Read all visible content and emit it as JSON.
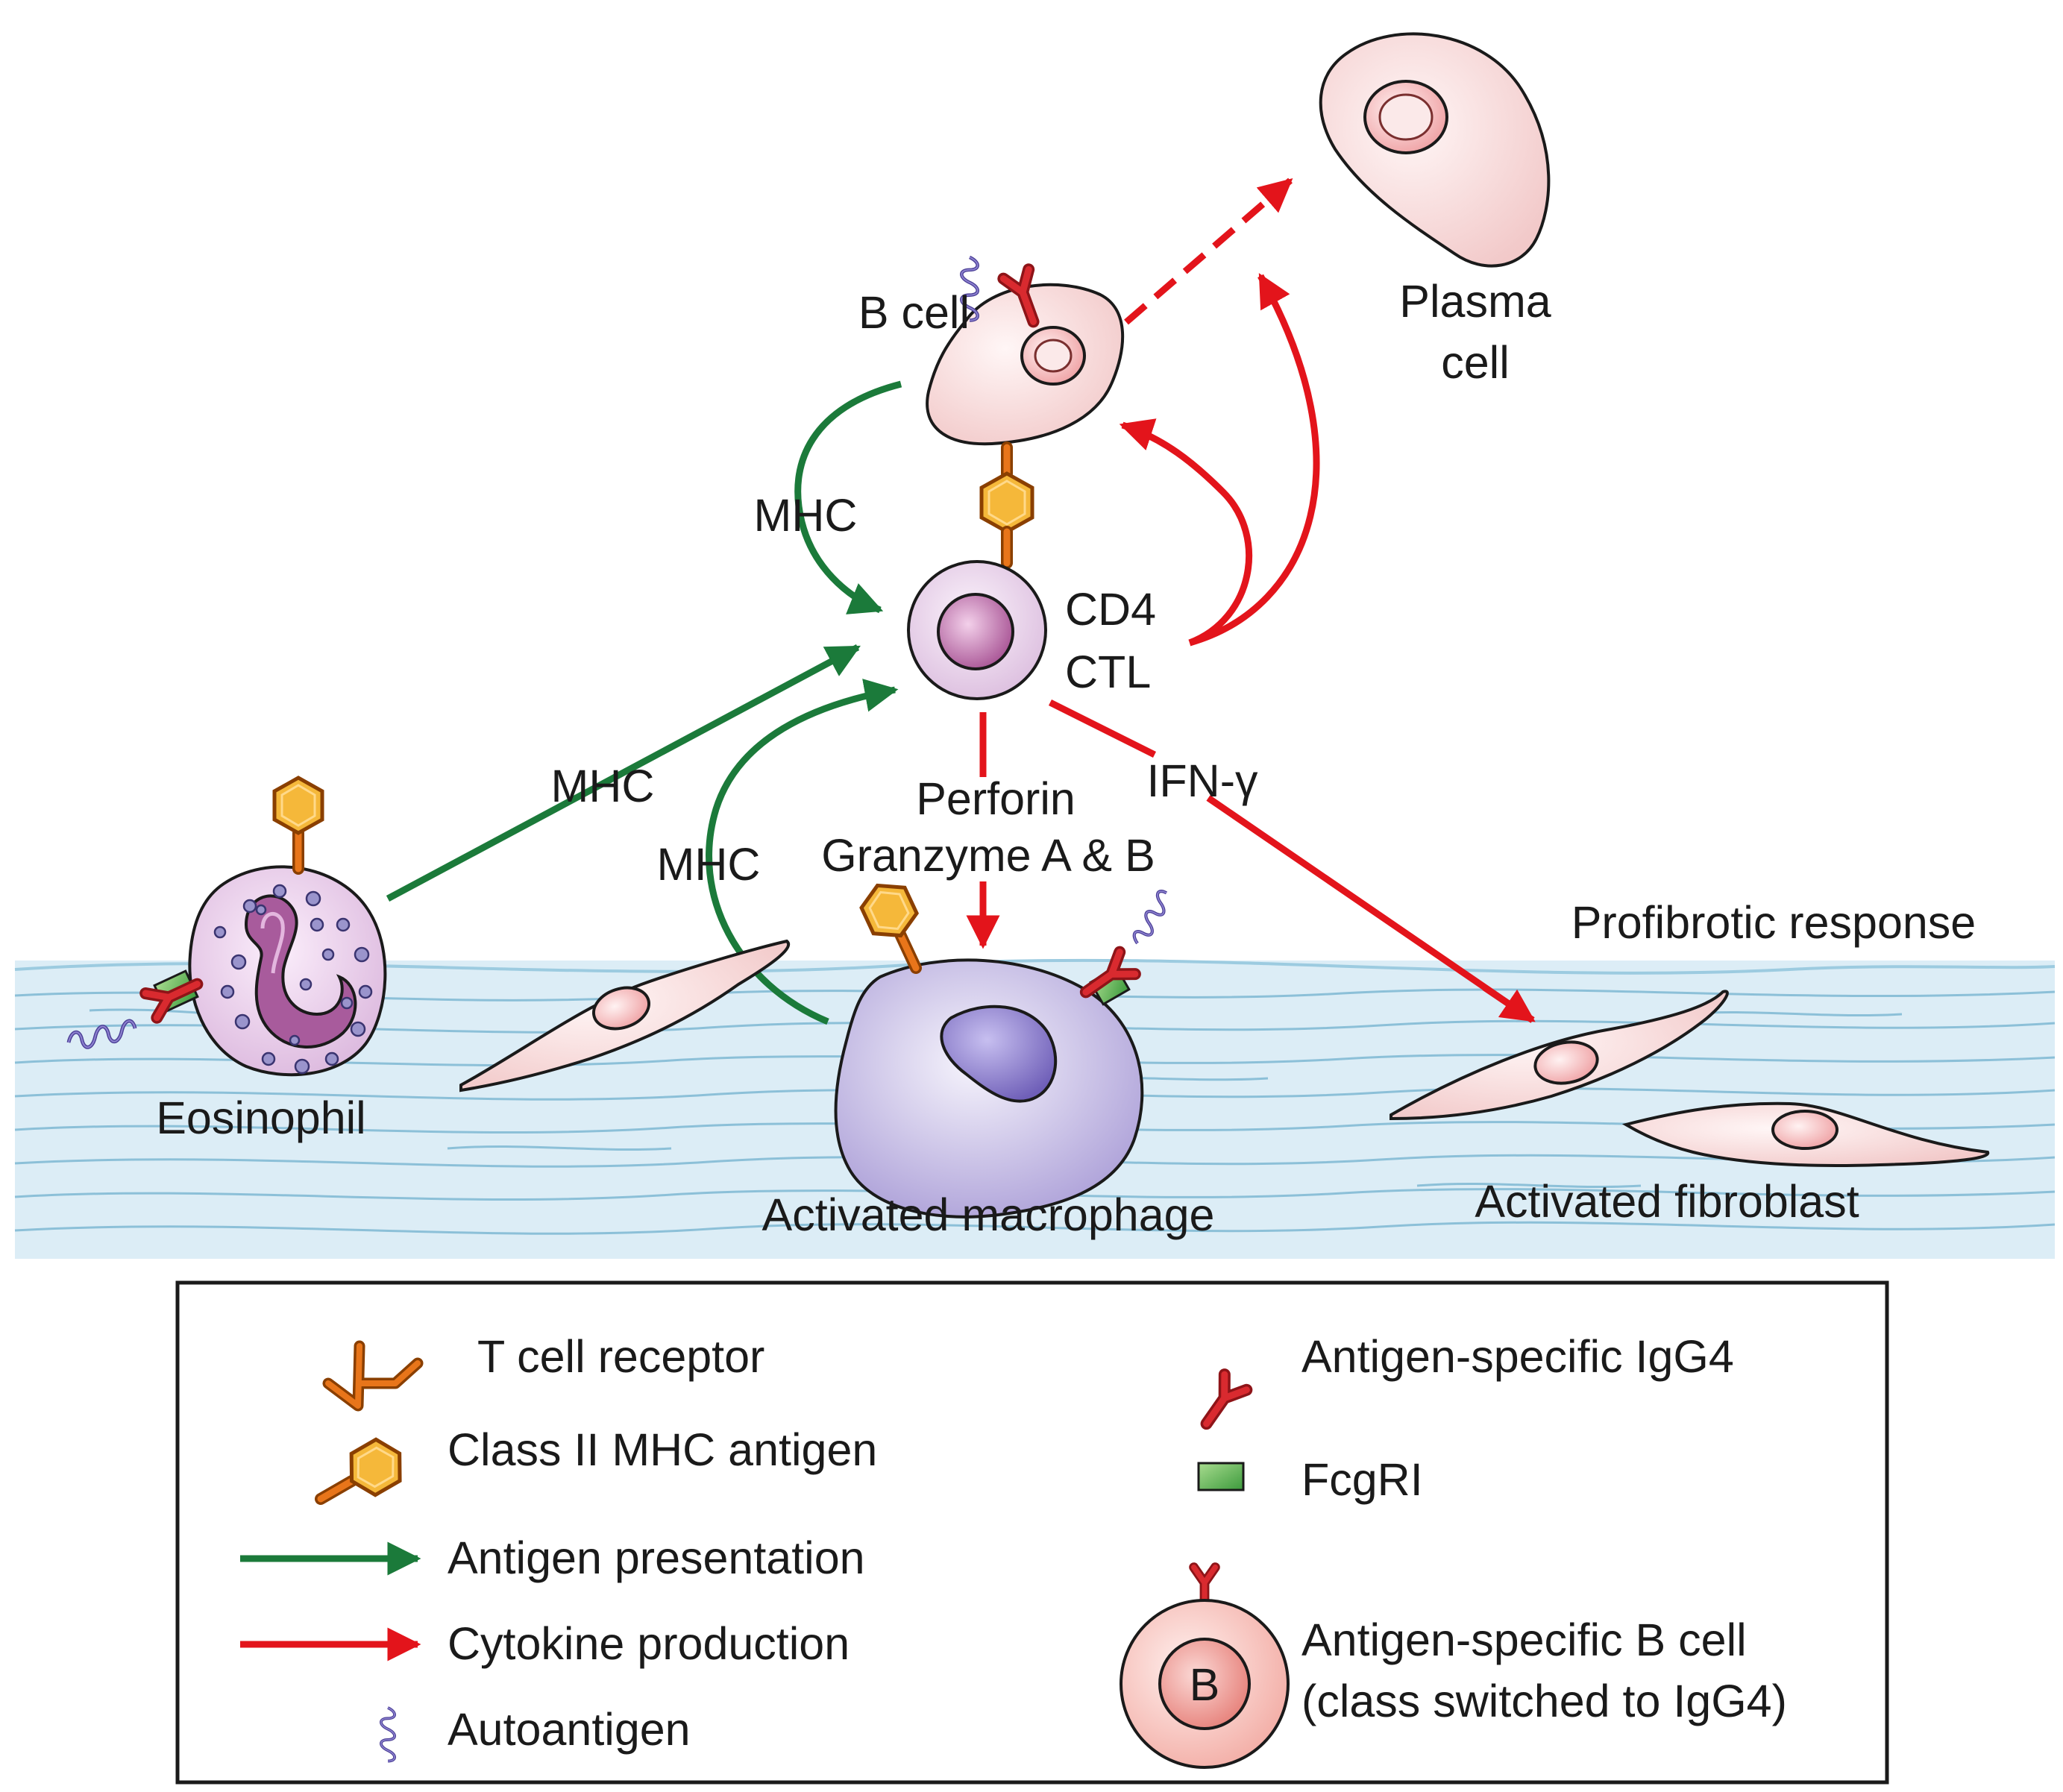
{
  "colors": {
    "antigen_presentation": "#1b7a3a",
    "cytokine_production": "#e3141b",
    "tissue": "#dcedf6",
    "tissue_fibers": "#7fb9d2",
    "mhc_antigen": "#f5a623",
    "tcr": "#e8751a",
    "autoantigen": "#5b4fa6",
    "fcgri": "#4caf50",
    "igg4": "#cc1f25",
    "cell_pink": "#f6dcdc",
    "macrophage": "#b4a9dc",
    "eosinophil": "#e2c3e4"
  },
  "labels": {
    "b_cell": "B cell",
    "plasma_cell_line1": "Plasma",
    "plasma_cell_line2": "cell",
    "cd4_line1": "CD4",
    "cd4_line2": "CTL",
    "mhc_b_cell": "MHC",
    "mhc_eosinophil": "MHC",
    "mhc_macrophage": "MHC",
    "perforin": "Perforin",
    "granzyme": "Granzyme A & B",
    "ifn": "IFN-γ",
    "profibrotic": "Profibrotic response",
    "eosinophil": "Eosinophil",
    "macrophage": "Activated macrophage",
    "fibroblast": "Activated fibroblast"
  },
  "legend": {
    "tcr": "T cell receptor",
    "mhc_antigen": "Class II MHC antigen",
    "antigen_presentation": "Antigen presentation",
    "cytokine_production": "Cytokine production",
    "autoantigen": "Autoantigen",
    "igg4": "Antigen-specific IgG4",
    "fcgri": "FcgRI",
    "b_cell_line1": "Antigen-specific B cell",
    "b_cell_line2": "(class switched to IgG4)",
    "b_letter": "B"
  }
}
